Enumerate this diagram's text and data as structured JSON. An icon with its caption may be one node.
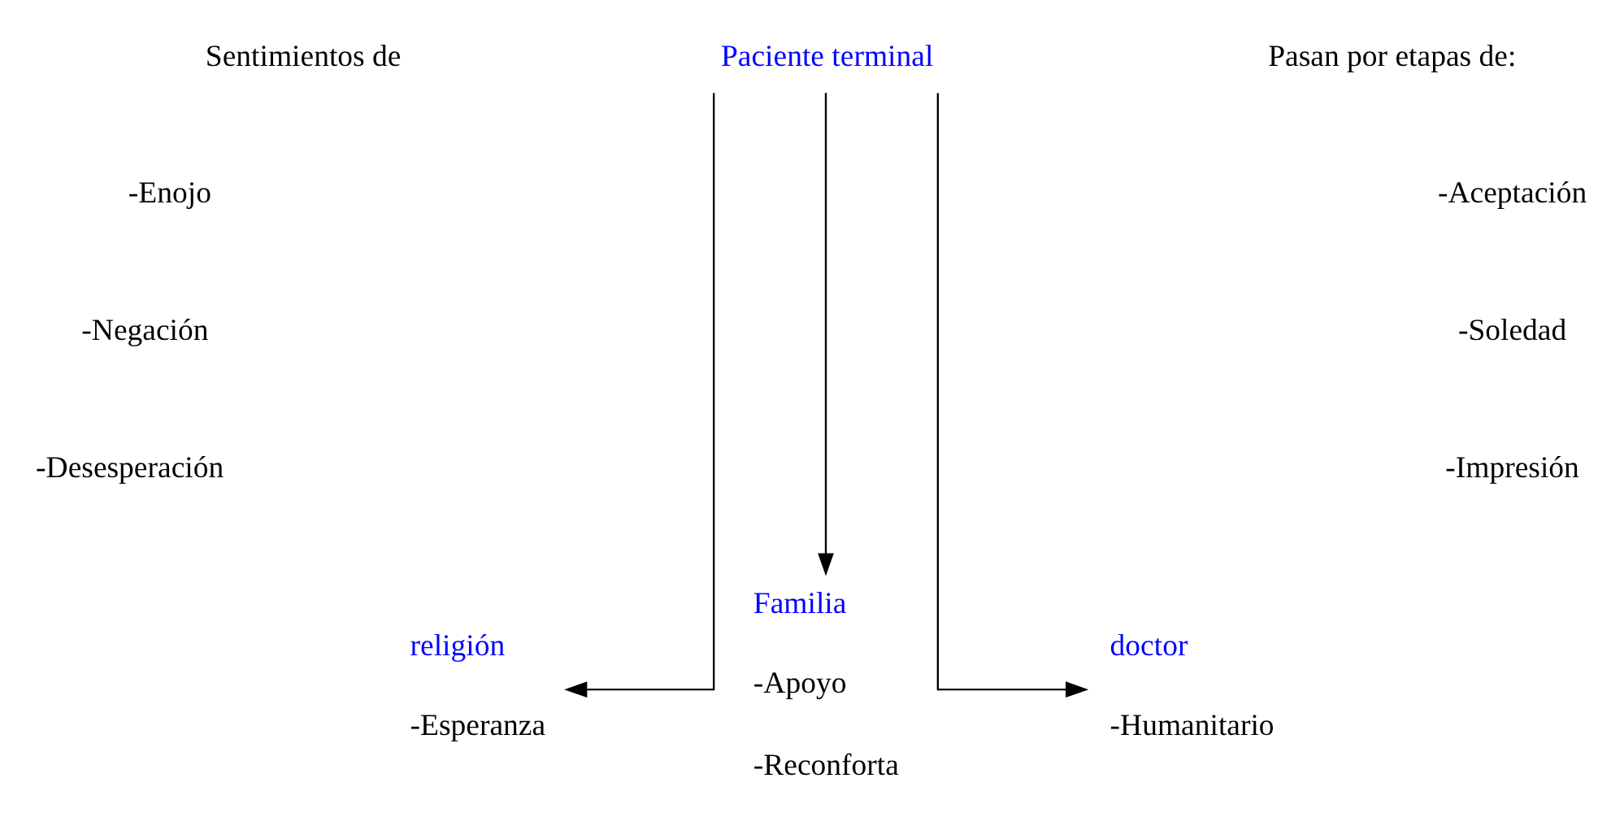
{
  "diagram": {
    "nodes": [
      {
        "text": [
          "Paciente terminal"
        ]
      },
      {
        "text": [
          "Familia"
        ],
        "beside": [
          "-Apoyo",
          "-Reconforta"
        ]
      },
      {
        "text": [
          "doctor"
        ],
        "beside": [
          "-Humanitario"
        ]
      },
      {
        "text": [
          "religión"
        ],
        "beside": [
          "-Esperanza"
        ]
      }
    ],
    "edges": [
      {
        "from": 0,
        "to": 1,
        "arrow": "to"
      },
      {
        "from": 0,
        "to": 2,
        "arrow": "to"
      },
      {
        "from": 0,
        "to": 3,
        "arrow": "to"
      }
    ],
    "labels": [
      "Sentimientos de",
      "-Enojo",
      "-Negación",
      "-Desesperación",
      "Pasan por etapas de:",
      "-Aceptación",
      "-Soledad",
      "-Impresión"
    ]
  }
}
